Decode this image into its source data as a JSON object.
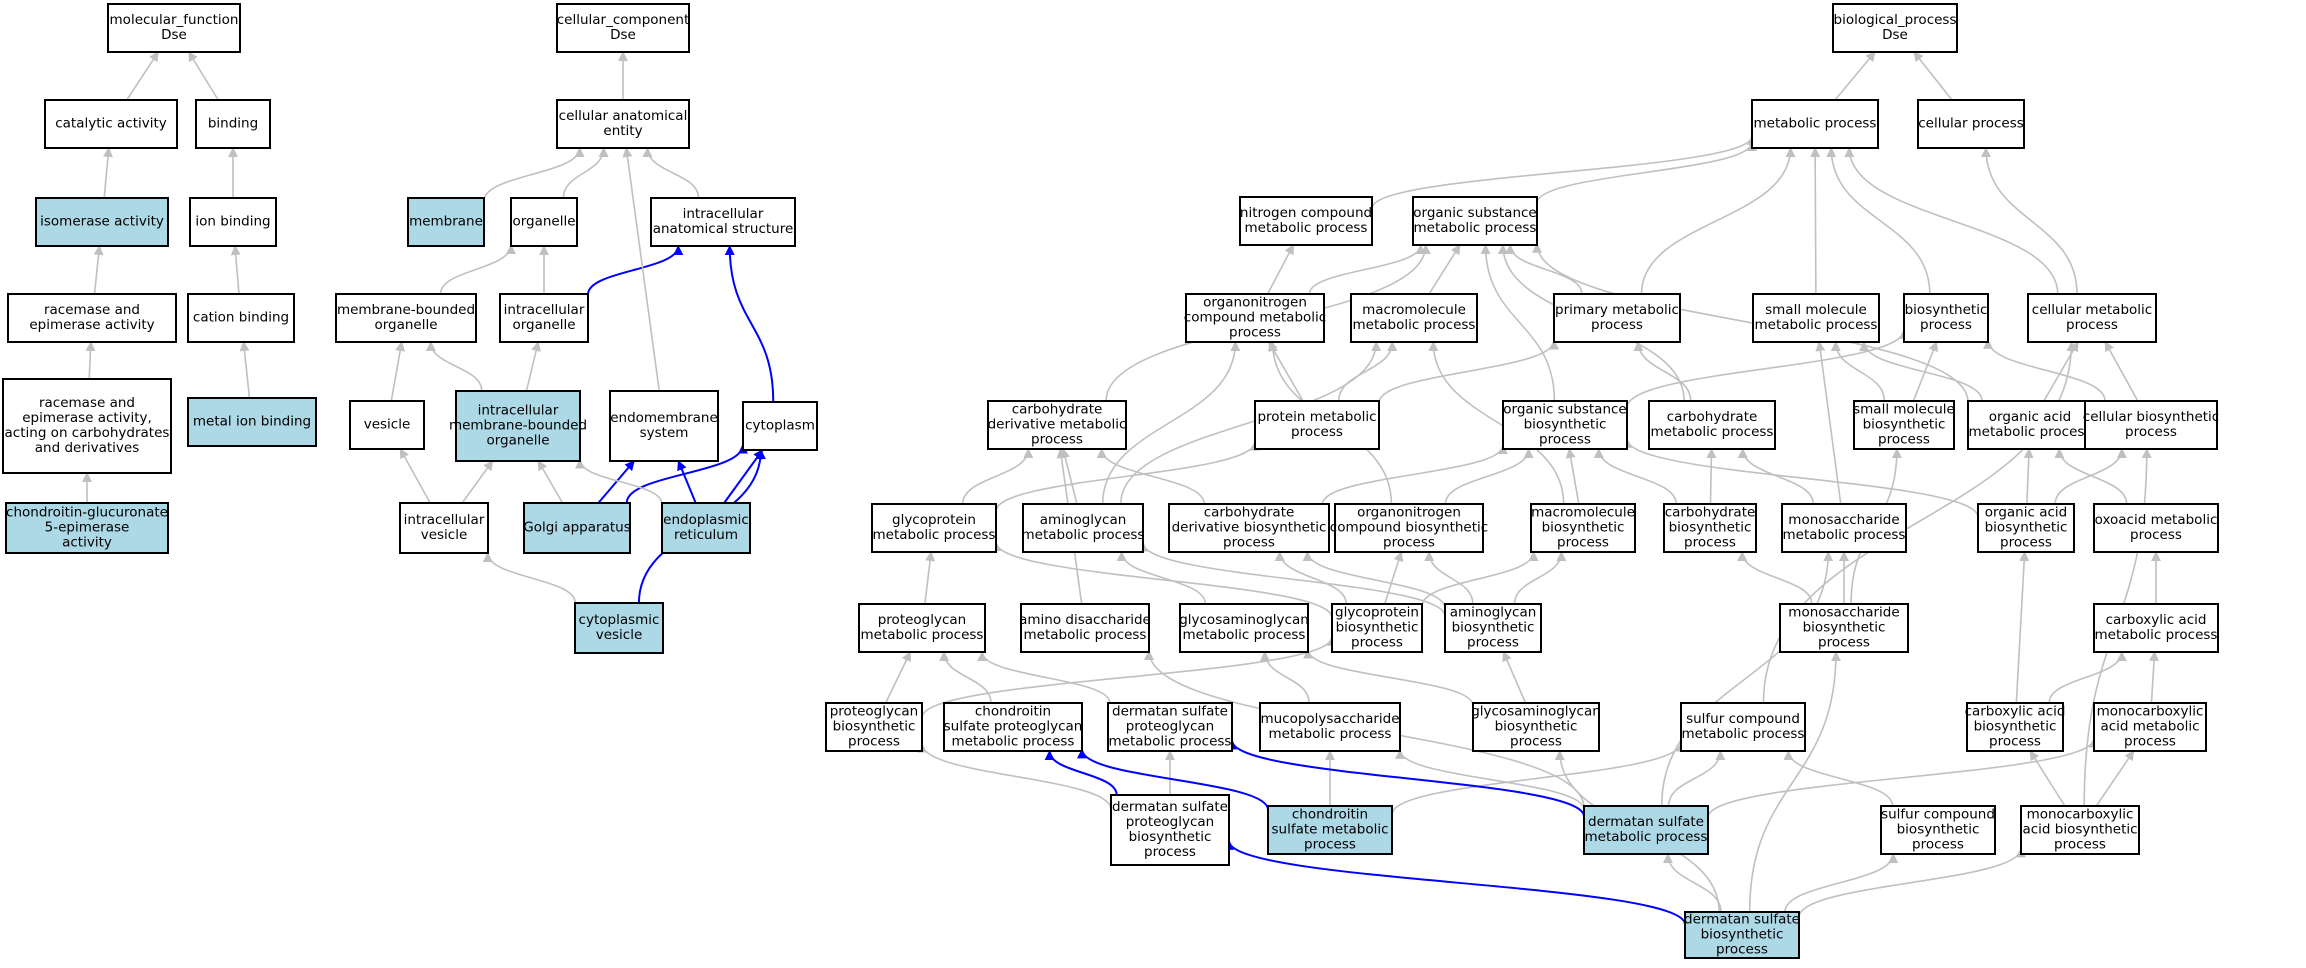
{
  "colors": {
    "plain": "#ffffff",
    "highlight": "#add8e6",
    "edge_grey": "#c0c0c0",
    "edge_blue": "#0000ff"
  },
  "nodes": [
    {
      "id": "mf",
      "lines": [
        "molecular_function",
        "Dse"
      ],
      "hl": false
    },
    {
      "id": "catalytic",
      "lines": [
        "catalytic activity"
      ],
      "hl": false
    },
    {
      "id": "binding",
      "lines": [
        "binding"
      ],
      "hl": false
    },
    {
      "id": "isomerase",
      "lines": [
        "isomerase activity"
      ],
      "hl": true
    },
    {
      "id": "ionbinding",
      "lines": [
        "ion binding"
      ],
      "hl": false
    },
    {
      "id": "racemase",
      "lines": [
        "racemase and",
        "epimerase activity"
      ],
      "hl": false
    },
    {
      "id": "cationbinding",
      "lines": [
        "cation binding"
      ],
      "hl": false
    },
    {
      "id": "racemase_carb",
      "lines": [
        "racemase and",
        "epimerase activity,",
        "acting on carbohydrates",
        "and derivatives"
      ],
      "hl": false
    },
    {
      "id": "metalion",
      "lines": [
        "metal ion binding"
      ],
      "hl": true
    },
    {
      "id": "chondepim",
      "lines": [
        "chondroitin-glucuronate",
        "5-epimerase",
        "activity"
      ],
      "hl": true
    },
    {
      "id": "cc",
      "lines": [
        "cellular_component",
        "Dse"
      ],
      "hl": false
    },
    {
      "id": "cae",
      "lines": [
        "cellular anatomical",
        "entity"
      ],
      "hl": false
    },
    {
      "id": "membrane",
      "lines": [
        "membrane"
      ],
      "hl": true
    },
    {
      "id": "organelle",
      "lines": [
        "organelle"
      ],
      "hl": false
    },
    {
      "id": "ias",
      "lines": [
        "intracellular",
        "anatomical structure"
      ],
      "hl": false
    },
    {
      "id": "mbo",
      "lines": [
        "membrane-bounded",
        "organelle"
      ],
      "hl": false
    },
    {
      "id": "io",
      "lines": [
        "intracellular",
        "organelle"
      ],
      "hl": false
    },
    {
      "id": "vesicle",
      "lines": [
        "vesicle"
      ],
      "hl": false
    },
    {
      "id": "imbo",
      "lines": [
        "intracellular",
        "membrane-bounded",
        "organelle"
      ],
      "hl": true
    },
    {
      "id": "endomem",
      "lines": [
        "endomembrane",
        "system"
      ],
      "hl": false
    },
    {
      "id": "cytoplasm",
      "lines": [
        "cytoplasm"
      ],
      "hl": false
    },
    {
      "id": "iv",
      "lines": [
        "intracellular",
        "vesicle"
      ],
      "hl": false
    },
    {
      "id": "golgi",
      "lines": [
        "Golgi apparatus"
      ],
      "hl": true
    },
    {
      "id": "er",
      "lines": [
        "endoplasmic",
        "reticulum"
      ],
      "hl": true
    },
    {
      "id": "cytves",
      "lines": [
        "cytoplasmic",
        "vesicle"
      ],
      "hl": true
    },
    {
      "id": "bp",
      "lines": [
        "biological_process",
        "Dse"
      ],
      "hl": false
    },
    {
      "id": "metab",
      "lines": [
        "metabolic process"
      ],
      "hl": false
    },
    {
      "id": "cellproc",
      "lines": [
        "cellular process"
      ],
      "hl": false
    },
    {
      "id": "ncmp",
      "lines": [
        "nitrogen compound",
        "metabolic process"
      ],
      "hl": false
    },
    {
      "id": "osmp",
      "lines": [
        "organic substance",
        "metabolic process"
      ],
      "hl": false
    },
    {
      "id": "ocmp",
      "lines": [
        "organonitrogen",
        "compound metabolic",
        "process"
      ],
      "hl": false
    },
    {
      "id": "macmp",
      "lines": [
        "macromolecule",
        "metabolic process"
      ],
      "hl": false
    },
    {
      "id": "primmp",
      "lines": [
        "primary metabolic",
        "process"
      ],
      "hl": false
    },
    {
      "id": "smmp",
      "lines": [
        "small molecule",
        "metabolic process"
      ],
      "hl": false
    },
    {
      "id": "biosyn",
      "lines": [
        "biosynthetic",
        "process"
      ],
      "hl": false
    },
    {
      "id": "cellmet",
      "lines": [
        "cellular metabolic",
        "process"
      ],
      "hl": false
    },
    {
      "id": "cdmp",
      "lines": [
        "carbohydrate",
        "derivative metabolic",
        "process"
      ],
      "hl": false
    },
    {
      "id": "protmp",
      "lines": [
        "protein metabolic",
        "process"
      ],
      "hl": false
    },
    {
      "id": "osbp",
      "lines": [
        "organic substance",
        "biosynthetic",
        "process"
      ],
      "hl": false
    },
    {
      "id": "carbmp",
      "lines": [
        "carbohydrate",
        "metabolic process"
      ],
      "hl": false
    },
    {
      "id": "smbp",
      "lines": [
        "small molecule",
        "biosynthetic",
        "process"
      ],
      "hl": false
    },
    {
      "id": "oamp",
      "lines": [
        "organic acid",
        "metabolic process"
      ],
      "hl": false
    },
    {
      "id": "cellbiosyn",
      "lines": [
        "cellular biosynthetic",
        "process"
      ],
      "hl": false
    },
    {
      "id": "gpmp",
      "lines": [
        "glycoprotein",
        "metabolic process"
      ],
      "hl": false
    },
    {
      "id": "agmp",
      "lines": [
        "aminoglycan",
        "metabolic process"
      ],
      "hl": false
    },
    {
      "id": "cdbp",
      "lines": [
        "carbohydrate",
        "derivative biosynthetic",
        "process"
      ],
      "hl": false
    },
    {
      "id": "ocbp",
      "lines": [
        "organonitrogen",
        "compound biosynthetic",
        "process"
      ],
      "hl": false
    },
    {
      "id": "macbp",
      "lines": [
        "macromolecule",
        "biosynthetic",
        "process"
      ],
      "hl": false
    },
    {
      "id": "carbbp",
      "lines": [
        "carbohydrate",
        "biosynthetic",
        "process"
      ],
      "hl": false
    },
    {
      "id": "monomp",
      "lines": [
        "monosaccharide",
        "metabolic process"
      ],
      "hl": false
    },
    {
      "id": "oabp",
      "lines": [
        "organic acid",
        "biosynthetic",
        "process"
      ],
      "hl": false
    },
    {
      "id": "oxomp",
      "lines": [
        "oxoacid metabolic",
        "process"
      ],
      "hl": false
    },
    {
      "id": "pgmp",
      "lines": [
        "proteoglycan",
        "metabolic process"
      ],
      "hl": false
    },
    {
      "id": "admp",
      "lines": [
        "amino disaccharide",
        "metabolic process"
      ],
      "hl": false
    },
    {
      "id": "gagmp",
      "lines": [
        "glycosaminoglycan",
        "metabolic process"
      ],
      "hl": false
    },
    {
      "id": "gpbp",
      "lines": [
        "glycoprotein",
        "biosynthetic",
        "process"
      ],
      "hl": false
    },
    {
      "id": "agbp",
      "lines": [
        "aminoglycan",
        "biosynthetic",
        "process"
      ],
      "hl": false
    },
    {
      "id": "monobp",
      "lines": [
        "monosaccharide",
        "biosynthetic",
        "process"
      ],
      "hl": false
    },
    {
      "id": "camp",
      "lines": [
        "carboxylic acid",
        "metabolic process"
      ],
      "hl": false
    },
    {
      "id": "pgbp",
      "lines": [
        "proteoglycan",
        "biosynthetic",
        "process"
      ],
      "hl": false
    },
    {
      "id": "cspgmp",
      "lines": [
        "chondroitin",
        "sulfate proteoglycan",
        "metabolic process"
      ],
      "hl": false
    },
    {
      "id": "dspgmp",
      "lines": [
        "dermatan sulfate",
        "proteoglycan",
        "metabolic process"
      ],
      "hl": false
    },
    {
      "id": "mpsmp",
      "lines": [
        "mucopolysaccharide",
        "metabolic process"
      ],
      "hl": false
    },
    {
      "id": "gagbp",
      "lines": [
        "glycosaminoglycan",
        "biosynthetic",
        "process"
      ],
      "hl": false
    },
    {
      "id": "scmp",
      "lines": [
        "sulfur compound",
        "metabolic process"
      ],
      "hl": false
    },
    {
      "id": "cabp",
      "lines": [
        "carboxylic acid",
        "biosynthetic",
        "process"
      ],
      "hl": false
    },
    {
      "id": "mcamp",
      "lines": [
        "monocarboxylic",
        "acid metabolic",
        "process"
      ],
      "hl": false
    },
    {
      "id": "dspgbp",
      "lines": [
        "dermatan sulfate",
        "proteoglycan",
        "biosynthetic",
        "process"
      ],
      "hl": false
    },
    {
      "id": "csmp",
      "lines": [
        "chondroitin",
        "sulfate metabolic",
        "process"
      ],
      "hl": true
    },
    {
      "id": "dsmp",
      "lines": [
        "dermatan sulfate",
        "metabolic process"
      ],
      "hl": true
    },
    {
      "id": "scbp",
      "lines": [
        "sulfur compound",
        "biosynthetic",
        "process"
      ],
      "hl": false
    },
    {
      "id": "mcabp",
      "lines": [
        "monocarboxylic",
        "acid biosynthetic",
        "process"
      ],
      "hl": false
    },
    {
      "id": "dsbp",
      "lines": [
        "dermatan sulfate",
        "biosynthetic",
        "process"
      ],
      "hl": true
    }
  ]
}
